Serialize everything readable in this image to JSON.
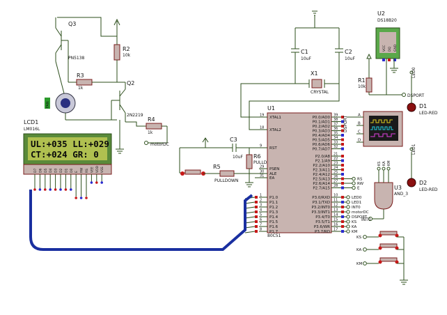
{
  "components": {
    "lcd": {
      "ref": "LCD1",
      "model": "LM016L",
      "line1": "UL:+035 LL:+029",
      "line2": "CT:+024 GR:   0",
      "pins": [
        "D7",
        "D6",
        "D5",
        "D4",
        "D3",
        "D2",
        "D1",
        "D0",
        "E",
        "RW",
        "RS",
        "VEE",
        "VDD",
        "VSS"
      ]
    },
    "q3": {
      "ref": "Q3",
      "model": "PN5138"
    },
    "q2": {
      "ref": "Q2",
      "model": "2N2219"
    },
    "r2": {
      "ref": "R2",
      "value": "10k"
    },
    "r3": {
      "ref": "R3",
      "value": "1k"
    },
    "r4": {
      "ref": "R4",
      "value": "1k"
    },
    "r1": {
      "ref": "R1",
      "value": "10k"
    },
    "r5": {
      "ref": "R5",
      "value": "PULLDOWN"
    },
    "r6": {
      "ref": "R6",
      "value": "PULLDO"
    },
    "c1": {
      "ref": "C1",
      "value": "10uF"
    },
    "c2": {
      "ref": "C2",
      "value": "10uF"
    },
    "c3": {
      "ref": "C3",
      "value": "10uF"
    },
    "x1": {
      "ref": "X1",
      "value": "CRYSTAL"
    },
    "u1": {
      "ref": "U1",
      "model": "80C51"
    },
    "u2": {
      "ref": "U2",
      "model": "DS18B20",
      "pins": [
        "VCC",
        "DQ",
        "GND"
      ]
    },
    "u3": {
      "ref": "U3",
      "model": "AND_3"
    },
    "d1": {
      "ref": "D1",
      "model": "LED-RED",
      "net": "LED0"
    },
    "d2": {
      "ref": "D2",
      "model": "LED-RED",
      "net": "LED1"
    },
    "motor_net": "motorDC",
    "fan_label": "FAN"
  },
  "mcu_left_pins": [
    {
      "num": "19",
      "name": "XTAL1"
    },
    {
      "num": "18",
      "name": "XTAL2"
    },
    {
      "num": "9",
      "name": "RST"
    },
    {
      "num": "29",
      "name": "PSEN"
    },
    {
      "num": "30",
      "name": "ALE"
    },
    {
      "num": "31",
      "name": "EA"
    },
    {
      "num": "1",
      "name": "P1.0"
    },
    {
      "num": "2",
      "name": "P1.1"
    },
    {
      "num": "3",
      "name": "P1.2"
    },
    {
      "num": "4",
      "name": "P1.3"
    },
    {
      "num": "5",
      "name": "P1.4"
    },
    {
      "num": "6",
      "name": "P1.5"
    },
    {
      "num": "7",
      "name": "P1.6"
    },
    {
      "num": "8",
      "name": "P1.7"
    }
  ],
  "mcu_right_p0": [
    {
      "num": "39",
      "name": "P0.0/AD0"
    },
    {
      "num": "38",
      "name": "P0.1/AD1"
    },
    {
      "num": "37",
      "name": "P0.2/AD2"
    },
    {
      "num": "36",
      "name": "P0.3/AD3"
    },
    {
      "num": "35",
      "name": "P0.4/AD4"
    },
    {
      "num": "34",
      "name": "P0.5/AD5"
    },
    {
      "num": "33",
      "name": "P0.6/AD6"
    },
    {
      "num": "32",
      "name": "P0.7/AD7"
    }
  ],
  "mcu_right_p2": [
    {
      "num": "21",
      "name": "P2.0/A8"
    },
    {
      "num": "22",
      "name": "P2.1/A9"
    },
    {
      "num": "23",
      "name": "P2.2/A10"
    },
    {
      "num": "24",
      "name": "P2.3/A11"
    },
    {
      "num": "25",
      "name": "P2.4/A12"
    },
    {
      "num": "26",
      "name": "P2.5/A13"
    },
    {
      "num": "27",
      "name": "P2.6/A14"
    },
    {
      "num": "28",
      "name": "P2.7/A15"
    }
  ],
  "mcu_right_p3": [
    {
      "num": "10",
      "name": "P3.0/RXD",
      "net": "LED0"
    },
    {
      "num": "11",
      "name": "P3.1/TXD",
      "net": "LED1"
    },
    {
      "num": "12",
      "name": "P3.2/INT0",
      "net": "INT0"
    },
    {
      "num": "13",
      "name": "P3.3/INT1",
      "net": "motorDC"
    },
    {
      "num": "14",
      "name": "P3.4/T0",
      "net": "DSPORT"
    },
    {
      "num": "15",
      "name": "P3.5/T1",
      "net": "KS"
    },
    {
      "num": "16",
      "name": "P3.6/WR",
      "net": "KA"
    },
    {
      "num": "17",
      "name": "P3.7/RD",
      "net": "KM"
    }
  ],
  "p2_nets": [
    "RS",
    "RW",
    "E"
  ],
  "net_labels": {
    "dsport": "DSPORT",
    "int0": "INT0"
  },
  "gate_inputs": [
    "KS",
    "KA",
    "KM"
  ],
  "switch_labels": [
    "KS",
    "KA",
    "KM"
  ],
  "scope_channels": [
    "A",
    "B",
    "C",
    "D"
  ],
  "colors": {
    "wire": "#2b4d1a",
    "component": "#c8b4b0",
    "outline": "#7a1c1c",
    "bus": "#1a2fa0",
    "lcd_bg": "#b0c050",
    "pin_red": "#c81818",
    "pin_blue": "#2a2ad0"
  }
}
